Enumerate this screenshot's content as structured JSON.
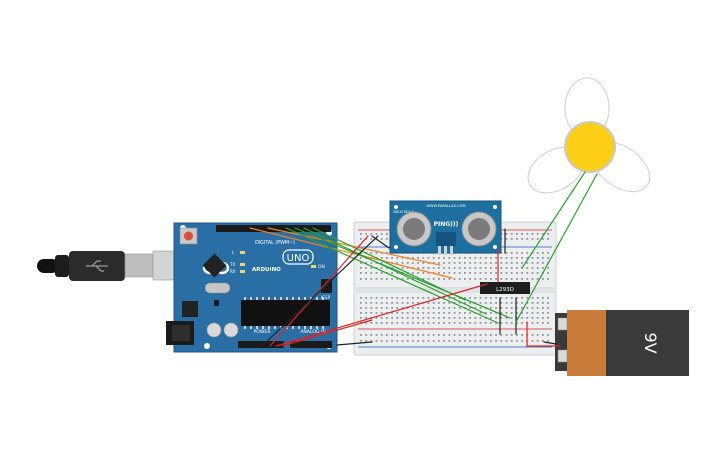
{
  "arduino": {
    "logo_text": "ARDUINO",
    "model": "UNO",
    "digital_label": "DIGITAL (PWM~)",
    "power_label": "POWER",
    "analog_label": "ANALOG IN",
    "on_label": "ON",
    "l_label": "L",
    "tx_label": "TX",
    "rx_label": "RX",
    "icsp_label": "ICSP"
  },
  "sensor": {
    "model_label": "PING)))",
    "site_label": "WWW.PARALLAX.COM",
    "part_label": "28015 REV C"
  },
  "motor_driver": {
    "label": "L293D"
  },
  "battery": {
    "label": "9V"
  },
  "colors": {
    "arduino_board": "#2a6ea6",
    "breadboard": "#eceef0",
    "wire_red": "#d62728",
    "wire_green": "#2ca02c",
    "wire_orange": "#f58220",
    "wire_black": "#222222",
    "motor_hub": "#fdd017",
    "battery_copper": "#c87b3a",
    "battery_body": "#3a3a3a"
  }
}
